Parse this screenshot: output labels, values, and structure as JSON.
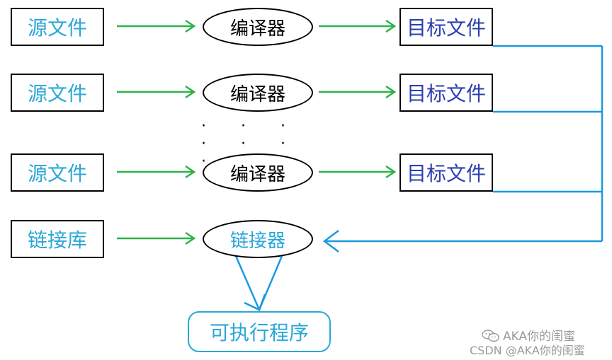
{
  "colors": {
    "green_arrow": "#2bb34a",
    "blue_line": "#1a9ae0",
    "source_text": "#2aa7d8",
    "object_text": "#2b3fae"
  },
  "rows": [
    {
      "source": "源文件",
      "compiler": "编译器",
      "object": "目标文件"
    },
    {
      "source": "源文件",
      "compiler": "编译器",
      "object": "目标文件"
    },
    {
      "source": "源文件",
      "compiler": "编译器",
      "object": "目标文件"
    }
  ],
  "ellipsis": "· · · · · · ·",
  "library": "链接库",
  "linker": "链接器",
  "executable": "可执行程序",
  "watermark": {
    "wechat": "AKA你的闺蜜",
    "csdn": "CSDN @AKA你的闺蜜",
    "icon": "wechat-icon"
  }
}
